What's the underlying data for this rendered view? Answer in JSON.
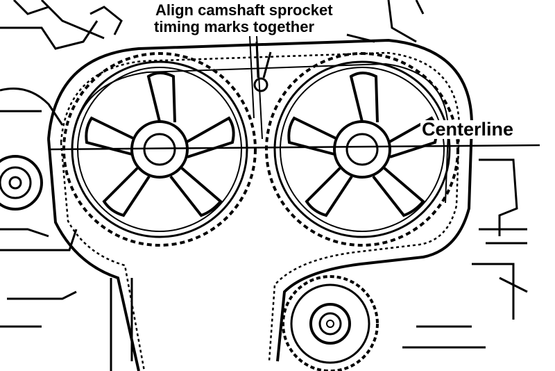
{
  "annotations": {
    "align_line_1": "Align camshaft sprocket",
    "align_line_2": "timing marks together",
    "centerline": "Centerline"
  },
  "colors": {
    "ink": "#000000",
    "paper": "#ffffff"
  }
}
